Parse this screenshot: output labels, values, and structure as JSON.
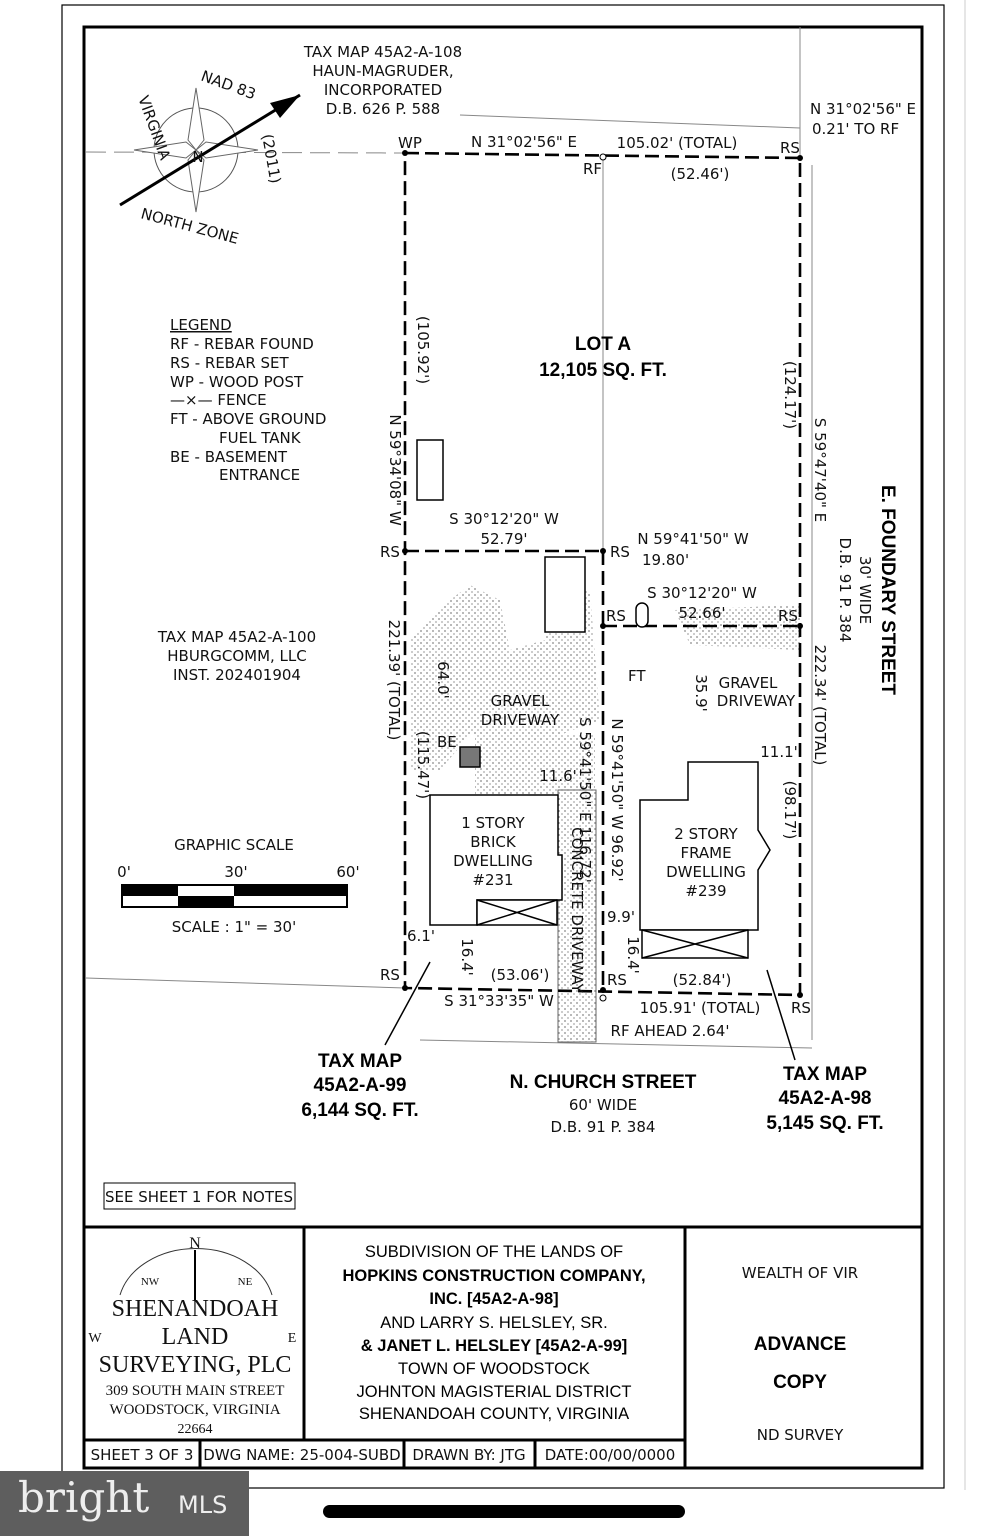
{
  "north_arrow": {
    "datum": "NAD 83",
    "year": "(2011)",
    "state": "VIRGINIA",
    "zone": "NORTH ZONE",
    "letter": "N"
  },
  "adjoiners": {
    "top": [
      "TAX MAP 45A2-A-108",
      "HAUN-MAGRUDER,",
      "INCORPORATED",
      "D.B. 626 P. 588"
    ],
    "left": [
      "TAX MAP 45A2-A-100",
      "HBURGCOMM, LLC",
      "INST. 202401904"
    ]
  },
  "legend": {
    "title": "LEGEND",
    "items": [
      "RF - REBAR FOUND",
      "RS - REBAR SET",
      "WP - WOOD POST",
      "—×— FENCE",
      "FT - ABOVE GROUND",
      "FUEL TANK",
      "BE - BASEMENT",
      "ENTRANCE"
    ]
  },
  "scale": {
    "title": "GRAPHIC SCALE",
    "ticks": [
      "0'",
      "30'",
      "60'"
    ],
    "text": "SCALE : 1\" = 30'"
  },
  "lot_a": {
    "name": "LOT A",
    "area": "12,105 SQ. FT."
  },
  "bearings": {
    "top": "N 31°02'56\" E",
    "top_total": "105.02' (TOTAL)",
    "top_part": "(52.46')",
    "corner_note": [
      "N 31°02'56\" E",
      "0.21' TO RF"
    ],
    "left_upper": "(105.92')",
    "left_bearing": "N 59°34'08\" W",
    "left_total": "221.39' (TOTAL)",
    "left_lower": "(115.47')",
    "right_upper": "(124.17')",
    "right_bearing": "S 59°47'40\" E",
    "right_total": "222.34' (TOTAL)",
    "right_lower": "(98.17')",
    "mid_left": "S 30°12'20\" W",
    "mid_left_dist": "52.79'",
    "mid_jog": "N 59°41'50\" W",
    "mid_jog_dist": "19.80'",
    "mid_right": "S 30°12'20\" W",
    "mid_right_dist": "52.66'",
    "center_a": "S 59°41'50\" E  116.72'",
    "center_b": "N 59°41'50\" W  96.92'",
    "bottom": "S 31°33'35\" W",
    "bottom_left": "(53.06')",
    "bottom_right": "(52.84')",
    "bottom_total": "105.91' (TOTAL)",
    "rf_ahead": "RF AHEAD 2.64'"
  },
  "markers": {
    "wp": "WP",
    "rs": "RS",
    "rf": "RF",
    "ft": "FT",
    "be": "BE"
  },
  "dims": {
    "d640": "64.0'",
    "d116": "11.6'",
    "d359": "35.9'",
    "d111": "11.1'",
    "d61": "6.1'",
    "d164a": "16.4'",
    "d99": "9.9'",
    "d164b": "16.4'"
  },
  "features": {
    "gravel1": [
      "GRAVEL",
      "DRIVEWAY"
    ],
    "gravel2": [
      "GRAVEL",
      "DRIVEWAY"
    ],
    "concrete": "CONCRETE DRIVEWAY",
    "dwelling1": [
      "1 STORY",
      "BRICK",
      "DWELLING",
      "#231"
    ],
    "dwelling2": [
      "2 STORY",
      "FRAME",
      "DWELLING",
      "#239"
    ]
  },
  "streets": {
    "foundary": [
      "E. FOUNDARY STREET",
      "30' WIDE",
      "D.B. 91 P. 384"
    ],
    "church": [
      "N. CHURCH STREET",
      "60' WIDE",
      "D.B. 91 P. 384"
    ]
  },
  "parcels": {
    "p99": [
      "TAX MAP",
      "45A2-A-99",
      "6,144 SQ. FT."
    ],
    "p98": [
      "TAX MAP",
      "45A2-A-98",
      "5,145 SQ. FT."
    ]
  },
  "notes": "SEE SHEET 1 FOR NOTES",
  "title_block": {
    "company": [
      "SHENANDOAH",
      "LAND",
      "SURVEYING, PLC",
      "309 SOUTH MAIN STREET",
      "WOODSTOCK, VIRGINIA",
      "22664"
    ],
    "compass": {
      "n": "N",
      "w": "W",
      "e": "E",
      "nw": "NW",
      "ne": "NE"
    },
    "title": [
      "SUBDIVISION OF THE LANDS OF",
      "HOPKINS CONSTRUCTION COMPANY,",
      "INC. [45A2-A-98]",
      "AND LARRY S. HELSLEY, SR.",
      "& JANET L. HELSLEY [45A2-A-99]",
      "TOWN OF WOODSTOCK",
      "JOHNTON MAGISTERIAL DISTRICT",
      "SHENANDOAH COUNTY, VIRGINIA"
    ],
    "stamp": [
      "ADVANCE",
      "COPY"
    ],
    "seal_top": "WEALTH OF VIR",
    "seal_bottom": "ND SURVEY",
    "sheet": "SHEET 3 OF 3",
    "dwg": "DWG NAME: 25-004-SUBD",
    "drawn": "DRAWN BY: JTG",
    "date": "DATE:00/00/0000"
  },
  "watermark": {
    "brand": "bright",
    "suffix": "MLS"
  }
}
